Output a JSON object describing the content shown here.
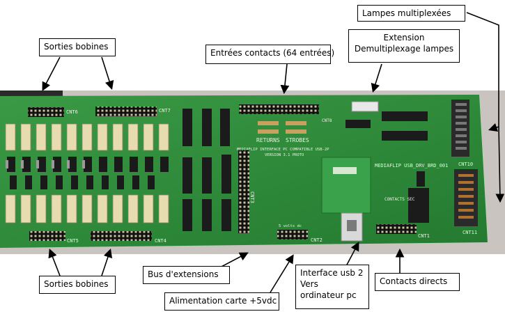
{
  "labels": {
    "lampes_multiplexees": "Lampes multiplexées",
    "extension_line1": "Extension",
    "extension_line2": "Demultiplexage lampes",
    "sorties_bobines_top": "Sorties bobines",
    "entrees_contacts": "Entrées contacts (64 entrées)",
    "sorties_bobines_bottom": "Sorties bobines",
    "bus_extensions": "Bus d'extensions",
    "alimentation": "Alimentation carte +5vdc",
    "interface_usb_line1": "Interface usb 2",
    "interface_usb_line2": "Vers",
    "interface_usb_line3": "ordinateur pc",
    "contacts_directs": "Contacts directs"
  },
  "silkscreen": {
    "cnt6": "CNT6",
    "cnt7": "CNT7",
    "cnt8": "CNT8",
    "cnt5": "CNT5",
    "cnt4": "CNT4",
    "cnt3": "CNT3",
    "cnt2": "CNT2",
    "cnt1": "CNT1",
    "cnt10": "CNT10",
    "cnt11": "CNT11",
    "returns": "RETURNS",
    "strobes": "STROBES",
    "title_line1": "MEDIAFLIP INTERFACE PC COMPATIBLE USB-2P",
    "title_line2": "VERSION 3.1   PROTO",
    "board_name": "MEDIAFLIP USB_DRV_BRD_001",
    "contacts_sec": "CONTACTS SEC",
    "vdc": "5 volts dc"
  },
  "colors": {
    "pcb": "#2f8a3a",
    "pcb_dark": "#1f6a2a",
    "label_border": "#000000",
    "arrow": "#000000"
  }
}
